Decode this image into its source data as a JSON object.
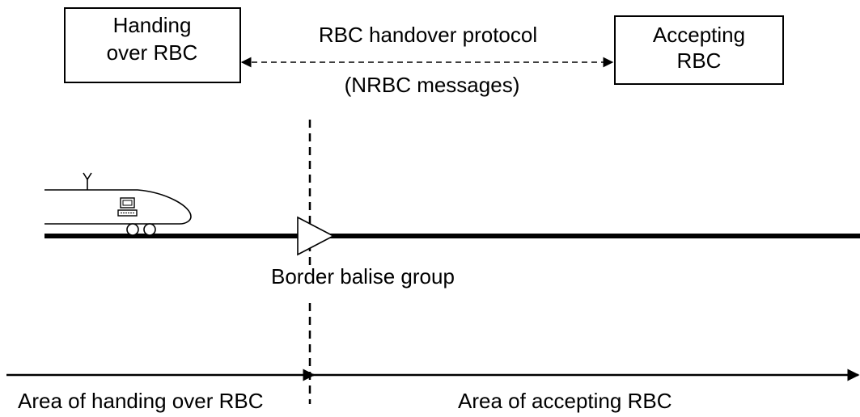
{
  "handing_over_rbc": {
    "line1": "Handing",
    "line2": "over RBC"
  },
  "accepting_rbc": {
    "line1": "Accepting",
    "line2": "RBC"
  },
  "protocol": {
    "title": "RBC handover protocol",
    "messages": "(NRBC messages)"
  },
  "balise": {
    "label": "Border balise group"
  },
  "areas": {
    "handing_over": "Area of handing over RBC",
    "accepting": "Area of accepting RBC"
  },
  "colors": {
    "line": "#000000",
    "background": "#ffffff"
  },
  "icons": {
    "train": "train-icon",
    "antenna": "antenna-icon",
    "computer": "computer-icon",
    "wheels": "wheel-icon",
    "balise": "balise-triangle-icon"
  }
}
